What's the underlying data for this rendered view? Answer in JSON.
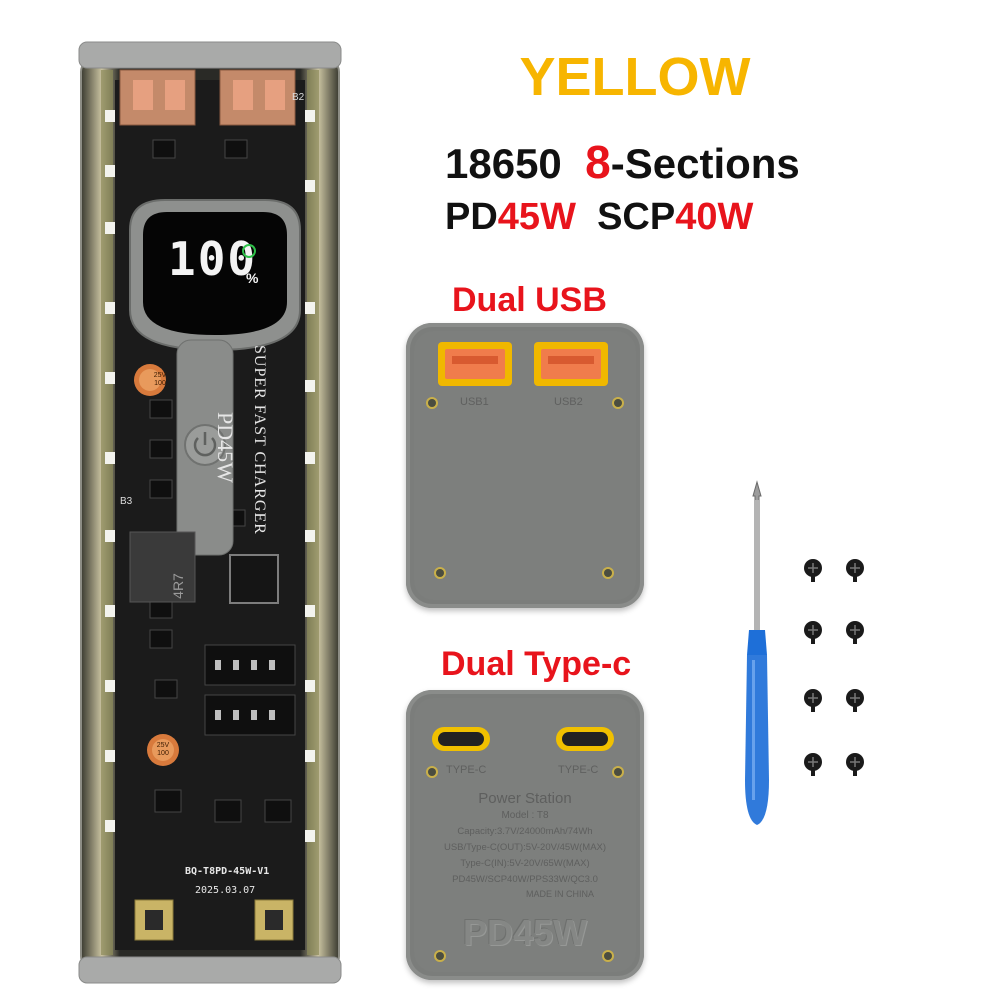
{
  "header": {
    "color_name": "YELLOW",
    "cells": "18650",
    "sections_num": "8",
    "sections_text": "-Sections",
    "pd_prefix": "PD",
    "pd_value": "45W",
    "scp_prefix": "SCP",
    "scp_value": "40W"
  },
  "labels": {
    "dual_usb": "Dual USB",
    "dual_typec": "Dual Type-c"
  },
  "power_bank": {
    "display_value": "100",
    "display_unit": "%",
    "brand_text": "PD45W",
    "tagline": "SUPER FAST CHARGER",
    "board_id": "BQ-T8PD-45W-V1",
    "board_date": "2025.03.07",
    "inductor_code": "4R7",
    "cap_rating_1": "25V 100",
    "cap_rating_2": "25V 100",
    "bank_label_b3": "B3",
    "bank_label_b2": "B2"
  },
  "usb_cap": {
    "port1_label": "USB1",
    "port2_label": "USB2"
  },
  "typec_cap": {
    "port1_label": "TYPE-C",
    "port2_label": "TYPE-C",
    "title": "Power Station",
    "model": "Model : T8",
    "spec_1": "Capacity:3.7V/24000mAh/74Wh",
    "spec_2": "USB/Type-C(OUT):5V-20V/45W(MAX)",
    "spec_3": "Type-C(IN):5V-20V/65W(MAX)",
    "spec_4": "PD45W/SCP40W/PPS33W/QC3.0",
    "spec_5": "MADE IN CHINA",
    "embossed": "PD45W"
  },
  "colors": {
    "accent_yellow": "#f7b500",
    "accent_red": "#e8141c",
    "cap_gray": "#7b7d7b",
    "screwdriver_blue": "#1e6fd8"
  }
}
